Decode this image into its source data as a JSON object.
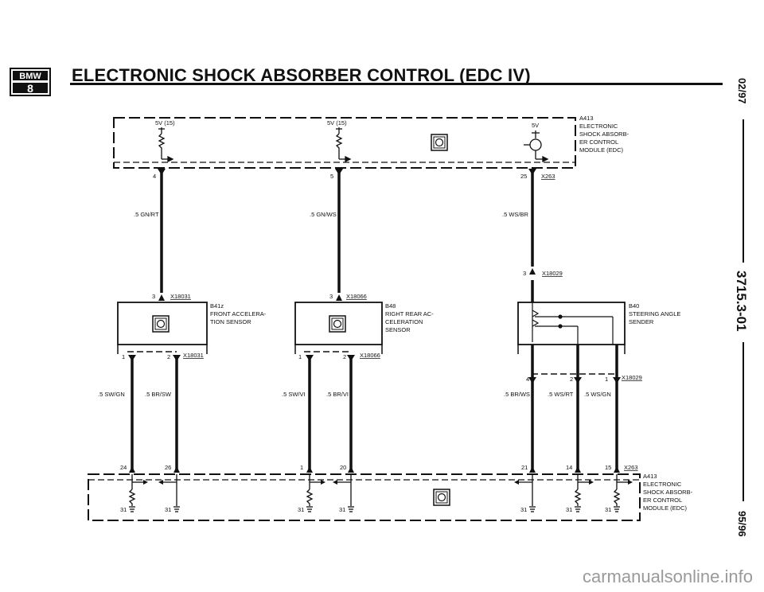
{
  "header": {
    "brand": "BMW",
    "series_mark": "8",
    "title": "ELECTRONIC SHOCK ABSORBER CONTROL (EDC IV)"
  },
  "side": {
    "date_top": "02/97",
    "doc_number": "3715.3-01",
    "date_bottom": "95/96"
  },
  "module_top": {
    "lines": [
      "A413",
      "ELECTRONIC",
      "SHOCK ABSORB-",
      "ER CONTROL",
      "MODULE (EDC)"
    ],
    "supply_left": "5V (15)",
    "supply_mid": "5V (15)",
    "supply_right": "5V",
    "connector": "X263"
  },
  "module_bottom": {
    "lines": [
      "A413",
      "ELECTRONIC",
      "SHOCK ABSORB-",
      "ER CONTROL",
      "MODULE (EDC)"
    ],
    "connector": "X263"
  },
  "pins_top": [
    "4",
    "5",
    "25"
  ],
  "wires_top": [
    ".5 GN/RT",
    ".5 GN/WS",
    ".5 WS/BR"
  ],
  "sensors": [
    {
      "connector": "X18031",
      "lines": [
        "B41z",
        "FRONT ACCELERA-",
        "TION SENSOR"
      ],
      "pin_in": "3",
      "pins_out": [
        "1",
        "2"
      ],
      "connector_out": "X18031"
    },
    {
      "connector": "X18066",
      "lines": [
        "B48",
        "RIGHT REAR AC-",
        "CELERATION",
        "SENSOR"
      ],
      "pin_in": "3",
      "pins_out": [
        "1",
        "2"
      ],
      "connector_out": "X18066"
    },
    {
      "connector": "X18029",
      "lines": [
        "B40",
        "STEERING ANGLE",
        "SENDER"
      ],
      "pin_in": "3",
      "pins_out": [
        "4",
        "2",
        "1"
      ],
      "connector_out": "X18029"
    }
  ],
  "wires_bottom": [
    ".5 SW/GN",
    ".5 BR/SW",
    ".5 SW/VI",
    ".5 BR/VI",
    ".5 BR/WS",
    ".5 WS/RT",
    ".5 WS/GN"
  ],
  "pins_bottom": [
    "24",
    "26",
    "1",
    "20",
    "21",
    "14",
    "15"
  ],
  "grounds": [
    "31",
    "31",
    "31",
    "31",
    "31",
    "31",
    "31"
  ],
  "watermark": "carmanualsonline.info"
}
